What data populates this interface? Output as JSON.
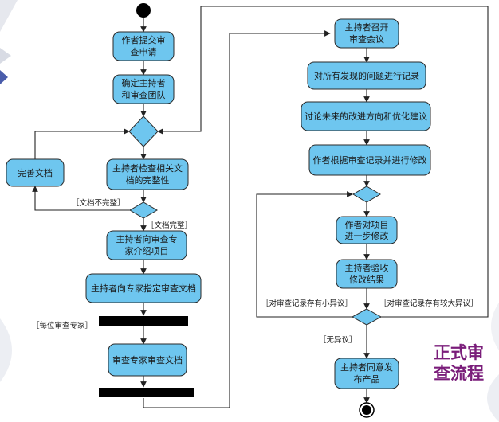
{
  "diagram": {
    "title_lines": [
      "正式审",
      "查流程"
    ],
    "actions": [
      {
        "id": "a1",
        "lines": [
          "作者提交审",
          "查申请"
        ]
      },
      {
        "id": "a2",
        "lines": [
          "确定主持者",
          "和审查团队"
        ]
      },
      {
        "id": "a3",
        "lines": [
          "完善文档"
        ]
      },
      {
        "id": "a4",
        "lines": [
          "主持者检查相关文",
          "档的完整性"
        ]
      },
      {
        "id": "a5",
        "lines": [
          "主持者向审查专",
          "家介绍项目"
        ]
      },
      {
        "id": "a6",
        "lines": [
          "主持者向专家指定审查文档"
        ]
      },
      {
        "id": "a7",
        "lines": [
          "审查专家审查文档"
        ]
      },
      {
        "id": "a8",
        "lines": [
          "主持者召开",
          "审查会议"
        ]
      },
      {
        "id": "a9",
        "lines": [
          "对所有发现的问题进行记录"
        ]
      },
      {
        "id": "a10",
        "lines": [
          "讨论未来的改进方向和优化建议"
        ]
      },
      {
        "id": "a11",
        "lines": [
          "作者根据审查记录并进行修改"
        ]
      },
      {
        "id": "a12",
        "lines": [
          "作者对项目",
          "进一步修改"
        ]
      },
      {
        "id": "a13",
        "lines": [
          "主持者验收",
          "修改结果"
        ]
      },
      {
        "id": "a14",
        "lines": [
          "主持者同意发",
          "布产品"
        ]
      }
    ],
    "guards": {
      "doc_incomplete": "［文档不完整］",
      "doc_complete": "［文档完整］",
      "each_expert": "［每位审查专家］",
      "minor_issues": "［对审查记录存有小异议］",
      "major_issues": "［对审查记录存有较大异议］",
      "no_issues": "［无异议］"
    },
    "colors": {
      "action_fill": "#6ec6ef",
      "action_stroke": "#2a2a2a",
      "line": "#222222",
      "bar": "#000000",
      "title": "#7a1d7a",
      "edge_decor": "#c8cbd6"
    }
  }
}
